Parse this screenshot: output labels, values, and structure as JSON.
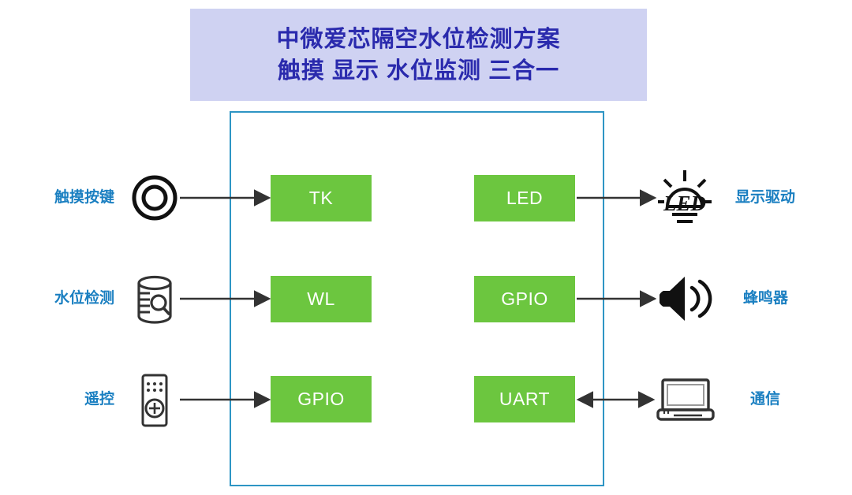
{
  "banner": {
    "title_line1": "中微爱芯隔空水位检测方案",
    "title_line2": "触摸 显示 水位监测 三合一",
    "background_color": "#cfd2f2",
    "text_color": "#2a2aad"
  },
  "colors": {
    "block_green": "#6cc63f",
    "container_blue": "#2e95c4",
    "label_blue": "#1a7fc1",
    "wire_dark": "#333333"
  },
  "container": {
    "name": "mcu-boundary"
  },
  "inputs": [
    {
      "label": "触摸按键",
      "icon": "touch-button-icon",
      "block": "TK",
      "arrow": "right"
    },
    {
      "label": "水位检测",
      "icon": "water-level-sensor-icon",
      "block": "WL",
      "arrow": "right"
    },
    {
      "label": "遥控",
      "icon": "remote-control-icon",
      "block": "GPIO",
      "arrow": "right"
    }
  ],
  "outputs": [
    {
      "label": "显示驱动",
      "icon": "led-lamp-icon",
      "block": "LED",
      "arrow": "right"
    },
    {
      "label": "蜂鸣器",
      "icon": "speaker-icon",
      "block": "GPIO",
      "arrow": "right"
    },
    {
      "label": "通信",
      "icon": "laptop-icon",
      "block": "UART",
      "arrow": "both"
    }
  ],
  "blocks": {
    "left": [
      "TK",
      "WL",
      "GPIO"
    ],
    "right": [
      "LED",
      "GPIO",
      "UART"
    ]
  }
}
